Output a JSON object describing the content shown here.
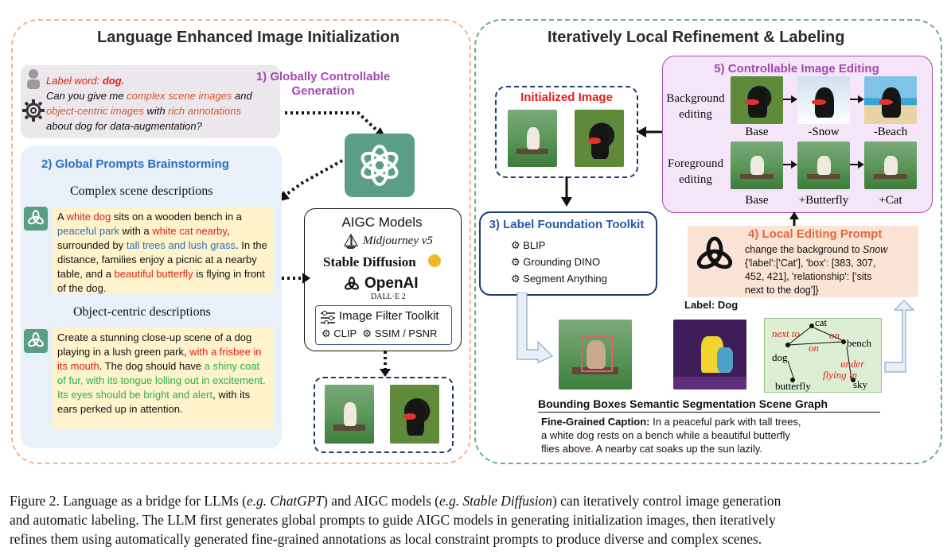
{
  "left_panel": {
    "title": "Language Enhanced Image Initialization",
    "query": {
      "label_prefix": "Label word: ",
      "label_word": "dog.",
      "line1_a": "Can you give me ",
      "line1_b": "complex scene images",
      "line1_c": " and",
      "line2_a": "object-centric images",
      "line2_b": " with ",
      "line2_c": "rich annotations",
      "line3": "about dog for data-augmentation?"
    },
    "step1": "1) Globally Controllable Generation",
    "step2": "2) Global Prompts Brainstorming",
    "complex_heading": "Complex scene descriptions",
    "complex_text": [
      {
        "t": "A ",
        "c": ""
      },
      {
        "t": "white dog",
        "c": "red"
      },
      {
        "t": " sits on a wooden bench in a ",
        "c": ""
      },
      {
        "t": "peaceful park",
        "c": "blue"
      },
      {
        "t": " with a ",
        "c": ""
      },
      {
        "t": "white cat nearby",
        "c": "red"
      },
      {
        "t": ",",
        "c": ""
      },
      {
        "t": " surrounded by ",
        "c": ""
      },
      {
        "t": "tall trees and lush grass",
        "c": "blue"
      },
      {
        "t": ".",
        "c": ""
      },
      {
        "t": " In the distance, families enjoy a picnic at a nearby table, and a ",
        "c": ""
      },
      {
        "t": "beautiful butterfly",
        "c": "red"
      },
      {
        "t": " is flying in front of the dog.",
        "c": ""
      }
    ],
    "object_heading": "Object-centric descriptions",
    "object_text": [
      {
        "t": "Create a stunning close-up scene of a dog playing in a lush green park, ",
        "c": ""
      },
      {
        "t": "with a frisbee in its mouth",
        "c": "red"
      },
      {
        "t": ". The dog should have ",
        "c": ""
      },
      {
        "t": "a shiny coat of fur, with its tongue lolling out in excitement. Its eyes should be bright and alert",
        "c": "green"
      },
      {
        "t": ", with its ears perked up in attention.",
        "c": ""
      }
    ],
    "aigc": {
      "title": "AIGC Models",
      "midjourney": "Midjourney v5",
      "stable": "Stable Diffusion",
      "openai": "OpenAI",
      "dalle": "DALL·E 2",
      "filter_title": "Image Filter Toolkit",
      "clip": "CLIP",
      "ssim": "SSIM / PSNR"
    }
  },
  "right_panel": {
    "title": "Iteratively Local Refinement & Labeling",
    "initialized": "Initialized Image",
    "step5": "5) Controllable Image Editing",
    "bg_editing": [
      "Background",
      "editing"
    ],
    "fg_editing": [
      "Foreground",
      "editing"
    ],
    "bg_labels": [
      "Base",
      "-Snow",
      "-Beach"
    ],
    "fg_labels": [
      "Base",
      "+Butterfly",
      "+Cat"
    ],
    "step3": "3) Label Foundation Toolkit",
    "toolkit": [
      "BLIP",
      "Grounding DINO",
      "Segment Anything"
    ],
    "step4": "4) Local Editing Prompt",
    "prompt_line1_a": "change the background to ",
    "prompt_line1_b": "Snow",
    "prompt_line2": "{'label':['Cat'], 'box': [383, 307,",
    "prompt_line3": "452, 421], 'relationship': ['sits",
    "prompt_line4": "next to the dog']}",
    "label_dog": "Label: Dog",
    "graph": {
      "nodes": [
        "cat",
        "dog",
        "bench",
        "butterfly",
        "sky"
      ],
      "edges": [
        "next to",
        "on",
        "on",
        "under",
        "flying in"
      ]
    },
    "bottom_labels": "Bounding Boxes Semantic Segmentation Scene Graph",
    "caption_bold": "Fine-Grained Caption:",
    "caption_1": " In a peaceful park with tall trees,",
    "caption_2": "a white dog rests on a bench while a beautiful butterfly",
    "caption_3": "flies above. A nearby cat soaks up the sun lazily."
  },
  "figure_caption": {
    "l1a": "Figure 2. Language as a bridge for LLMs (",
    "l1b": "e.g. ChatGPT",
    "l1c": ") and AIGC models (",
    "l1d": "e.g. Stable Diffusion",
    "l1e": ") can iteratively control image generation",
    "l2": "and automatic labeling. The LLM first generates global prompts to guide AIGC models in generating initialization images, then iteratively",
    "l3": "refines them using automatically generated fine-grained annotations as local constraint prompts to produce diverse and complex scenes."
  },
  "colors": {
    "left_border": "#f0b58a",
    "right_border": "#6aaa8e",
    "purple": "#a349b0",
    "step_blue": "#2a6fbf",
    "step_red": "#e0201b",
    "step_orange": "#e5663a",
    "gpt_green": "#5a9e85"
  },
  "icons": [
    "user-icon",
    "gear-icon",
    "chatgpt-logo-icon",
    "midjourney-sailboat-icon",
    "palette-icon",
    "openai-logo-icon",
    "filter-sliders-icon",
    "gear-bullet-icon",
    "arrow-icon"
  ]
}
